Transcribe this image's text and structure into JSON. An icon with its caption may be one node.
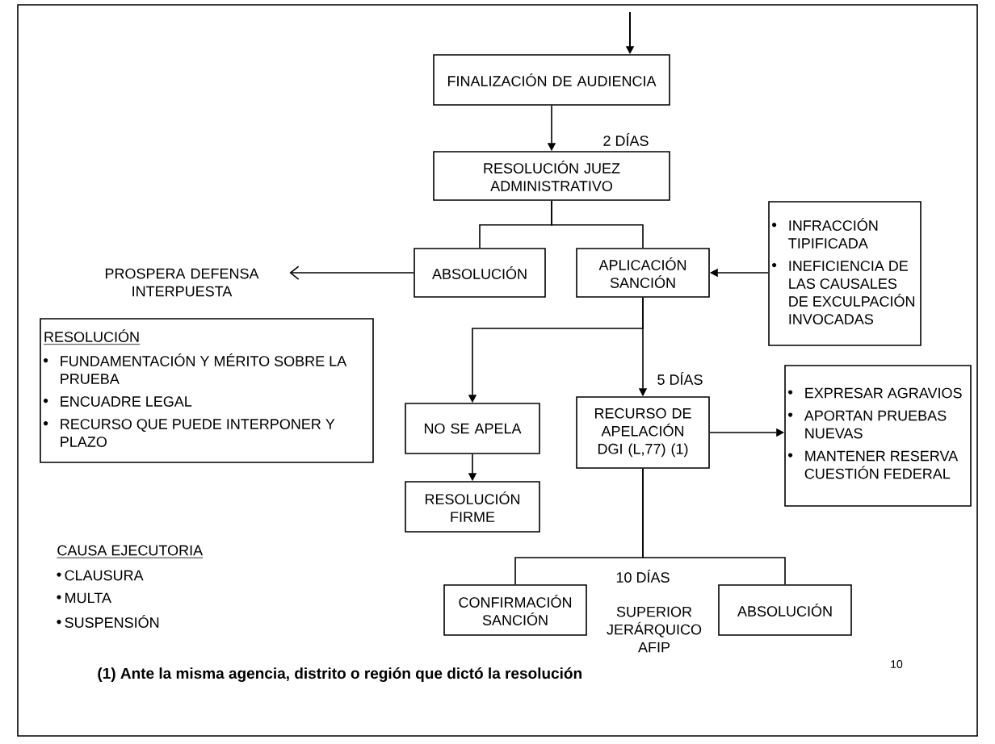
{
  "diagram": {
    "nodes": [
      {
        "text": [
          "FINALIZACIÓN DE AUDIENCIA"
        ]
      },
      {
        "text": [
          "RESOLUCIÓN JUEZ ADMINISTRATIVO"
        ]
      },
      {
        "text": [
          "ABSOLUCIÓN"
        ]
      },
      {
        "text": [
          "APLICACIÓN SANCIÓN"
        ]
      },
      {
        "text": [
          "PROSPERA DEFENSA INTERPUESTA"
        ]
      },
      {
        "text": [
          "INFRACCIÓN TIPIFICADA",
          "INEFICIENCIA DE LAS CAUSALES DE EXCULPACIÓN INVOCADAS"
        ]
      },
      {
        "text": [
          "RESOLUCIÓN",
          "FUNDAMENTACIÓN Y MÉRITO SOBRE LA PRUEBA",
          "ENCUADRE LEGAL",
          "RECURSO QUE PUEDE INTERPONER Y PLAZO"
        ]
      },
      {
        "text": [
          "NO SE APELA"
        ]
      },
      {
        "text": [
          "RECURSO DE APELACIÓN DGI (L,77) (1)"
        ]
      },
      {
        "text": [
          "EXPRESAR AGRAVIOS",
          "APORTAN PRUEBAS NUEVAS",
          "MANTENER RESERVA CUESTIÓN FEDERAL"
        ]
      },
      {
        "text": [
          "RESOLUCIÓN FIRME"
        ]
      },
      {
        "text": [
          "CONFIRMACIÓN SANCIÓN"
        ]
      },
      {
        "text": [
          "ABSOLUCIÓN"
        ]
      }
    ],
    "edges": [
      {
        "from": null,
        "to": 0,
        "arrow": "to"
      },
      {
        "from": 0,
        "to": 1,
        "arrow": "to",
        "label": "2 DÍAS"
      },
      {
        "from": 1,
        "to": 2,
        "arrow": "none"
      },
      {
        "from": 1,
        "to": 3,
        "arrow": "none"
      },
      {
        "from": 2,
        "to": 4,
        "arrow": "to"
      },
      {
        "from": 5,
        "to": 3,
        "arrow": "to"
      },
      {
        "from": 3,
        "to": 7,
        "arrow": "to"
      },
      {
        "from": 3,
        "to": 8,
        "arrow": "to",
        "label": "5 DÍAS"
      },
      {
        "from": 8,
        "to": 9,
        "arrow": "to"
      },
      {
        "from": 7,
        "to": 10,
        "arrow": "to"
      },
      {
        "from": 8,
        "to": 11,
        "arrow": "none",
        "label": "10 DÍAS"
      },
      {
        "from": 8,
        "to": 12,
        "arrow": "none"
      }
    ],
    "labels": [
      "SUPERIOR JERÁRQUICO AFIP",
      "CAUSA EJECUTORIA",
      "CLAUSURA",
      "MULTA",
      "SUSPENSIÓN",
      "(1) Ante la misma agencia, distrito o región que dictó la resolución",
      "10"
    ]
  }
}
